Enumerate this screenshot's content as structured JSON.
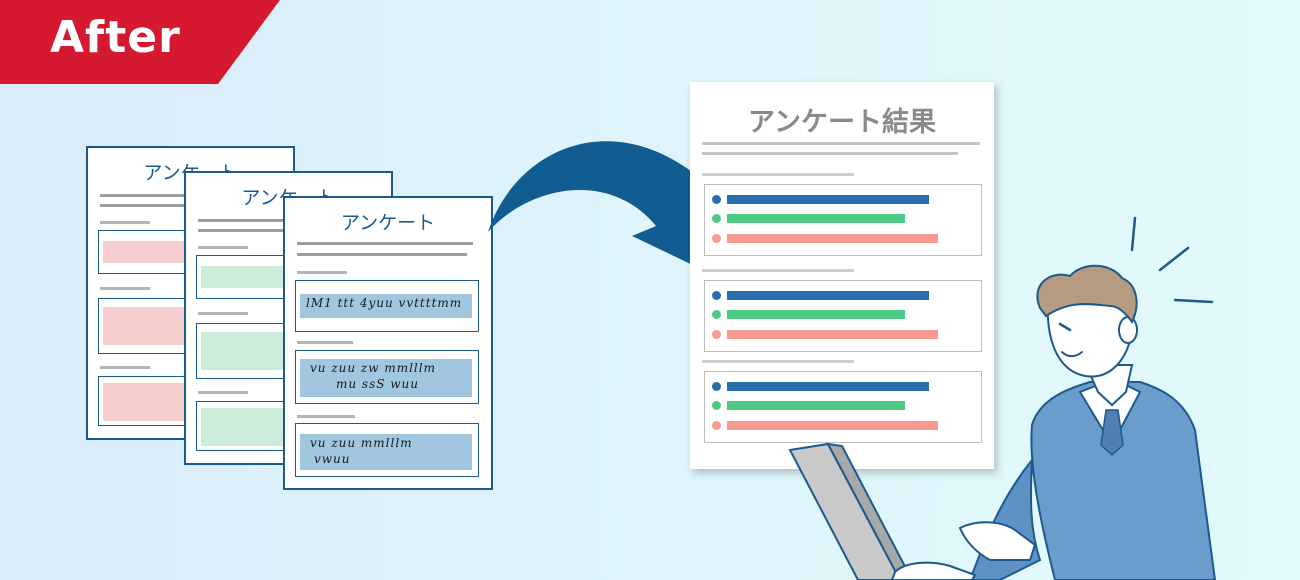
{
  "badge": {
    "label": "After"
  },
  "forms": [
    {
      "title": "アンケート",
      "fill_color": "#f7cccd"
    },
    {
      "title": "アンケート",
      "fill_color": "#cdebd9"
    },
    {
      "title": "アンケート",
      "fill_color": "#a1c6e0"
    }
  ],
  "handwriting": {
    "line1": "lM1 ttt 4yuu vvttttmm",
    "line2": "vu zuu zw mmlllm",
    "line3": "mu ssS wuu",
    "line4": "vu zuu mmlllm",
    "line5": "vwuu"
  },
  "result": {
    "title": "アンケート結果",
    "series_colors": [
      "#2770ad",
      "#4cca82",
      "#f89a90"
    ]
  },
  "colors": {
    "accent_red": "#d51930",
    "navy": "#1c5a8e",
    "arrow": "#115d92"
  }
}
